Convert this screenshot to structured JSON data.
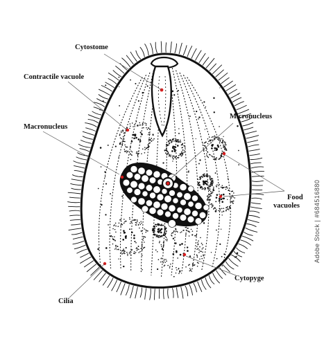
{
  "labels": {
    "cytostome": "Cytostome",
    "contractile_vacuole": "Contractile vacuole",
    "micronucleus": "Micronucleus",
    "macronucleus": "Macronucleus",
    "food_vacuoles_line1": "Food",
    "food_vacuoles_line2": "vacuoles",
    "cytopyge": "Cytopyge",
    "cilia": "Cilia"
  },
  "watermark_id": "Adobe Stock | #684516880",
  "colors": {
    "ink": "#111111",
    "accent_dot": "#d81e1e",
    "background": "#ffffff"
  }
}
